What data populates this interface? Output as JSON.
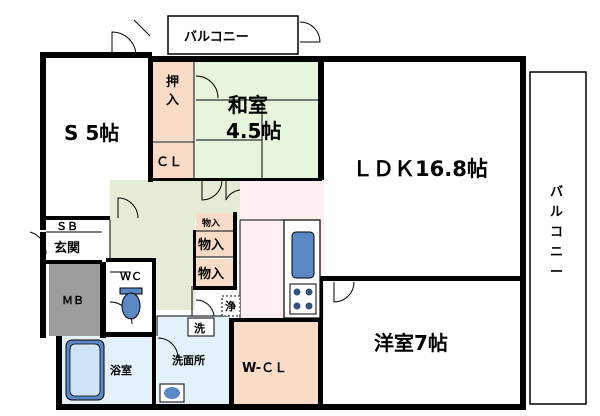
{
  "rooms": {
    "s_room": "S 5帖",
    "washitsu_name": "和室",
    "washitsu_size": "4.5帖",
    "ldk": "ＬＤＫ16.8帖",
    "youshitsu": "洋室7帖",
    "oshiire": "押入",
    "cl": "ＣＬ",
    "wcl": "W-ＣＬ",
    "sb": "ＳＢ",
    "genkan": "玄関",
    "mb": "ＭＢ",
    "wc": "ＷＣ",
    "yokushitsu": "浴室",
    "senmenjo": "洗面所",
    "sen": "洗",
    "jou": "浄",
    "monoire_small": "物入",
    "monoire_1": "物入",
    "monoire_2": "物入"
  },
  "balconies": {
    "top": "バルコニー",
    "right": "バルコニー"
  },
  "colors": {
    "washitsu": "#e6f5dc",
    "closet": "#f9dcc8",
    "hall": "#e4ecd6",
    "kitchen": "#fdeef0",
    "bath": "#e3f1fb",
    "mb": "#9d9d9d",
    "sink": "#5b88c4",
    "stove": "#35527f"
  }
}
